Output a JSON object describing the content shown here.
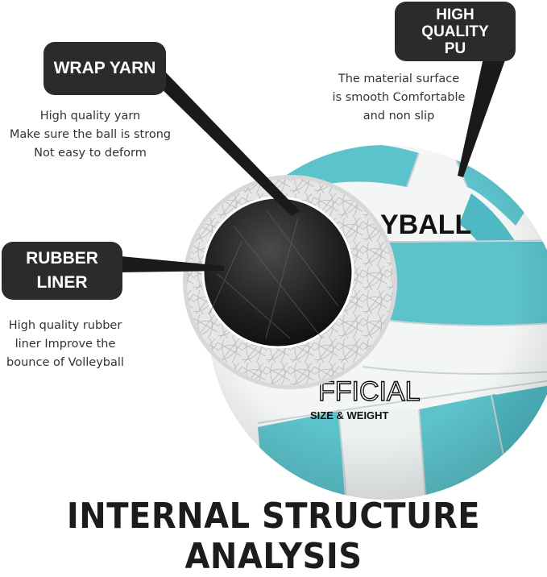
{
  "callouts": {
    "wrap_yarn": {
      "title": "WRAP YARN",
      "desc": [
        "High quality yarn",
        "Make sure the ball is strong",
        "Not easy to deform"
      ]
    },
    "high_quality_pu": {
      "title": [
        "HIGH",
        "QUALITY",
        "PU"
      ],
      "desc": [
        "The material surface",
        "is smooth Comfortable",
        "and non slip"
      ]
    },
    "rubber_liner": {
      "title": [
        "RUBBER",
        "LINER"
      ],
      "desc": [
        "High quality rubber",
        "liner Improve the",
        "bounce of Volleyball"
      ]
    }
  },
  "ball": {
    "print_top": "YBALL",
    "print_middle": "FFICIAL",
    "print_bottom": "SIZE & WEIGHT",
    "panel_color": "#5cc2cb",
    "white_color": "#f4f6f6"
  },
  "heading": "INTERNAL STRUCTURE ANALYSIS"
}
